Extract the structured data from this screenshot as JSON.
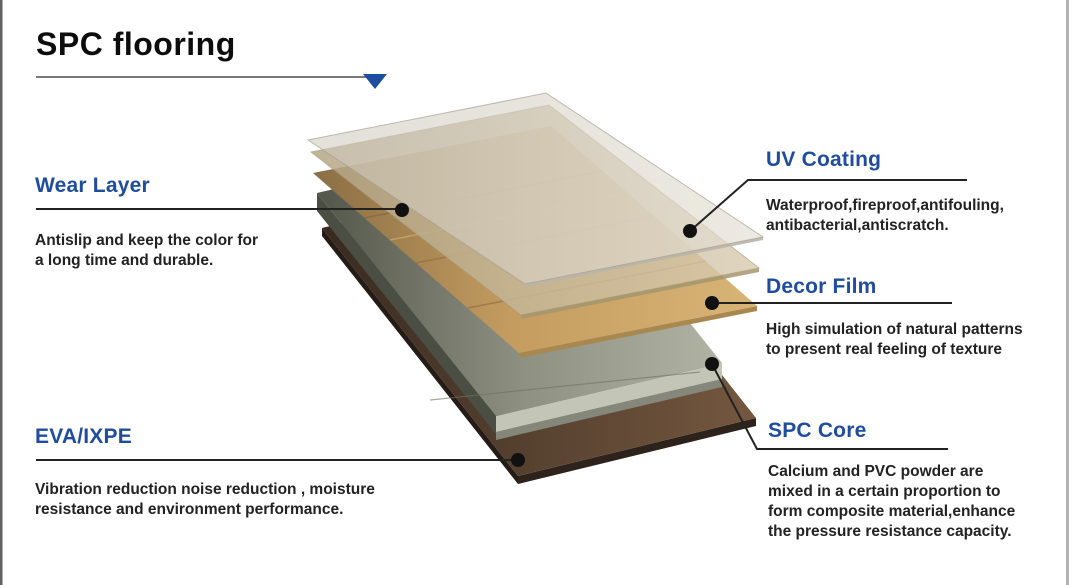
{
  "title": "SPC flooring",
  "colors": {
    "heading_blue": "#1e4d9f",
    "title_text": "#0d0d0d",
    "body_text": "#222222",
    "callout_line": "#222222",
    "marker_dot": "#111111",
    "triangle_marker": "#1d4da1",
    "layer_uv_coating": "#dcd7cc",
    "layer_wear": "#cfc0a2",
    "layer_decor_wood": "#c79e62",
    "layer_spc_core": "#9b9e90",
    "layer_eva_ixpe": "#5c4536"
  },
  "diagram": {
    "layers_top_to_bottom": [
      "UV Coating",
      "Wear Layer",
      "Decor Film",
      "SPC Core",
      "EVA/IXPE"
    ]
  },
  "callouts": {
    "wear_layer": {
      "label": "Wear Layer",
      "description": "Antislip and keep the color for\na long time and durable."
    },
    "uv_coating": {
      "label": "UV Coating",
      "description": "Waterproof,fireproof,antifouling,\nantibacterial,antiscratch."
    },
    "decor_film": {
      "label": "Decor Film",
      "description": "High simulation of natural patterns\nto present real feeling of texture"
    },
    "spc_core": {
      "label": "SPC Core",
      "description": "Calcium and PVC powder are\nmixed in a certain proportion to\nform composite material,enhance\nthe pressure resistance capacity."
    },
    "eva_ixpe": {
      "label": "EVA/IXPE",
      "description": "Vibration reduction noise reduction , moisture\nresistance and environment performance."
    }
  }
}
